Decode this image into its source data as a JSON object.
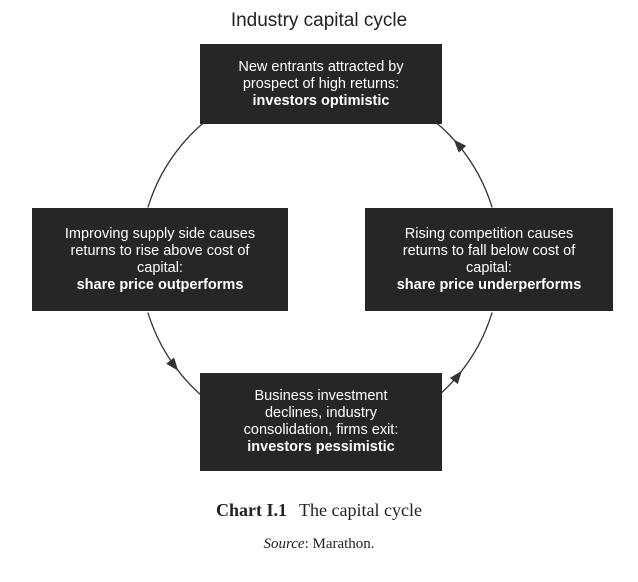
{
  "title": "Industry capital cycle",
  "stages": {
    "top": {
      "lines": [
        "New entrants attracted by",
        "prospect of high returns:"
      ],
      "emphasis": "investors optimistic"
    },
    "right": {
      "lines": [
        "Rising competition causes",
        "returns to fall below cost of",
        "capital:"
      ],
      "emphasis": "share price underperforms"
    },
    "bottom": {
      "lines": [
        "Business investment",
        "declines, industry",
        "consolidation, firms exit:"
      ],
      "emphasis": "investors pessimistic"
    },
    "left": {
      "lines": [
        "Improving supply side causes",
        "returns to rise above cost of",
        "capital:"
      ],
      "emphasis": "share price outperforms"
    }
  },
  "caption": {
    "number": "Chart I.1",
    "text": "The capital cycle"
  },
  "source": {
    "label": "Source",
    "text": ": Marathon."
  },
  "colors": {
    "box_fill": "#262626",
    "box_text": "#ffffff",
    "line": "#333333"
  }
}
